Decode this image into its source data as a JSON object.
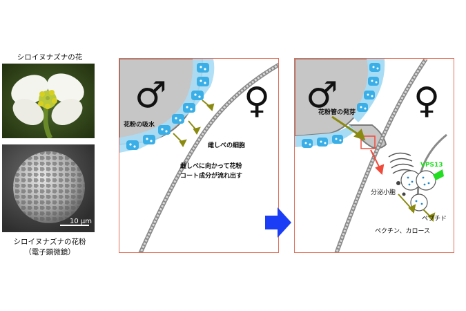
{
  "left": {
    "flower_caption": "シロイヌナズナの花",
    "pollen_caption_line1": "シロイヌナズナの花粉",
    "pollen_caption_line2": "（電子顕微鏡）",
    "scale_bar": "10 µm"
  },
  "panel1": {
    "male_symbol": "♂",
    "female_symbol": "♀",
    "label_water": "花粉の吸水",
    "label_pistil_cell": "雌しべの細胞",
    "label_flow_line1": "雌しべに向かって花粉",
    "label_flow_line2": "コート成分が流れ出す"
  },
  "panel2": {
    "male_symbol": "♂",
    "female_symbol": "♀",
    "label_germination": "花粉管の発芽",
    "label_vesicle": "分泌小胞",
    "label_vps13": "VPS13",
    "label_peptide": "ペプチド",
    "label_pectin": "ペクチン、カロース"
  },
  "colors": {
    "panel_border": "#e0705a",
    "arrow_blue": "#1a3df5",
    "pollen_gray": "#c8c8c8",
    "coat_blue": "#a8dcf4",
    "olive_arrow": "#8a8a10",
    "vps13_green": "#22dd22",
    "red_arrow": "#f04a3a"
  }
}
